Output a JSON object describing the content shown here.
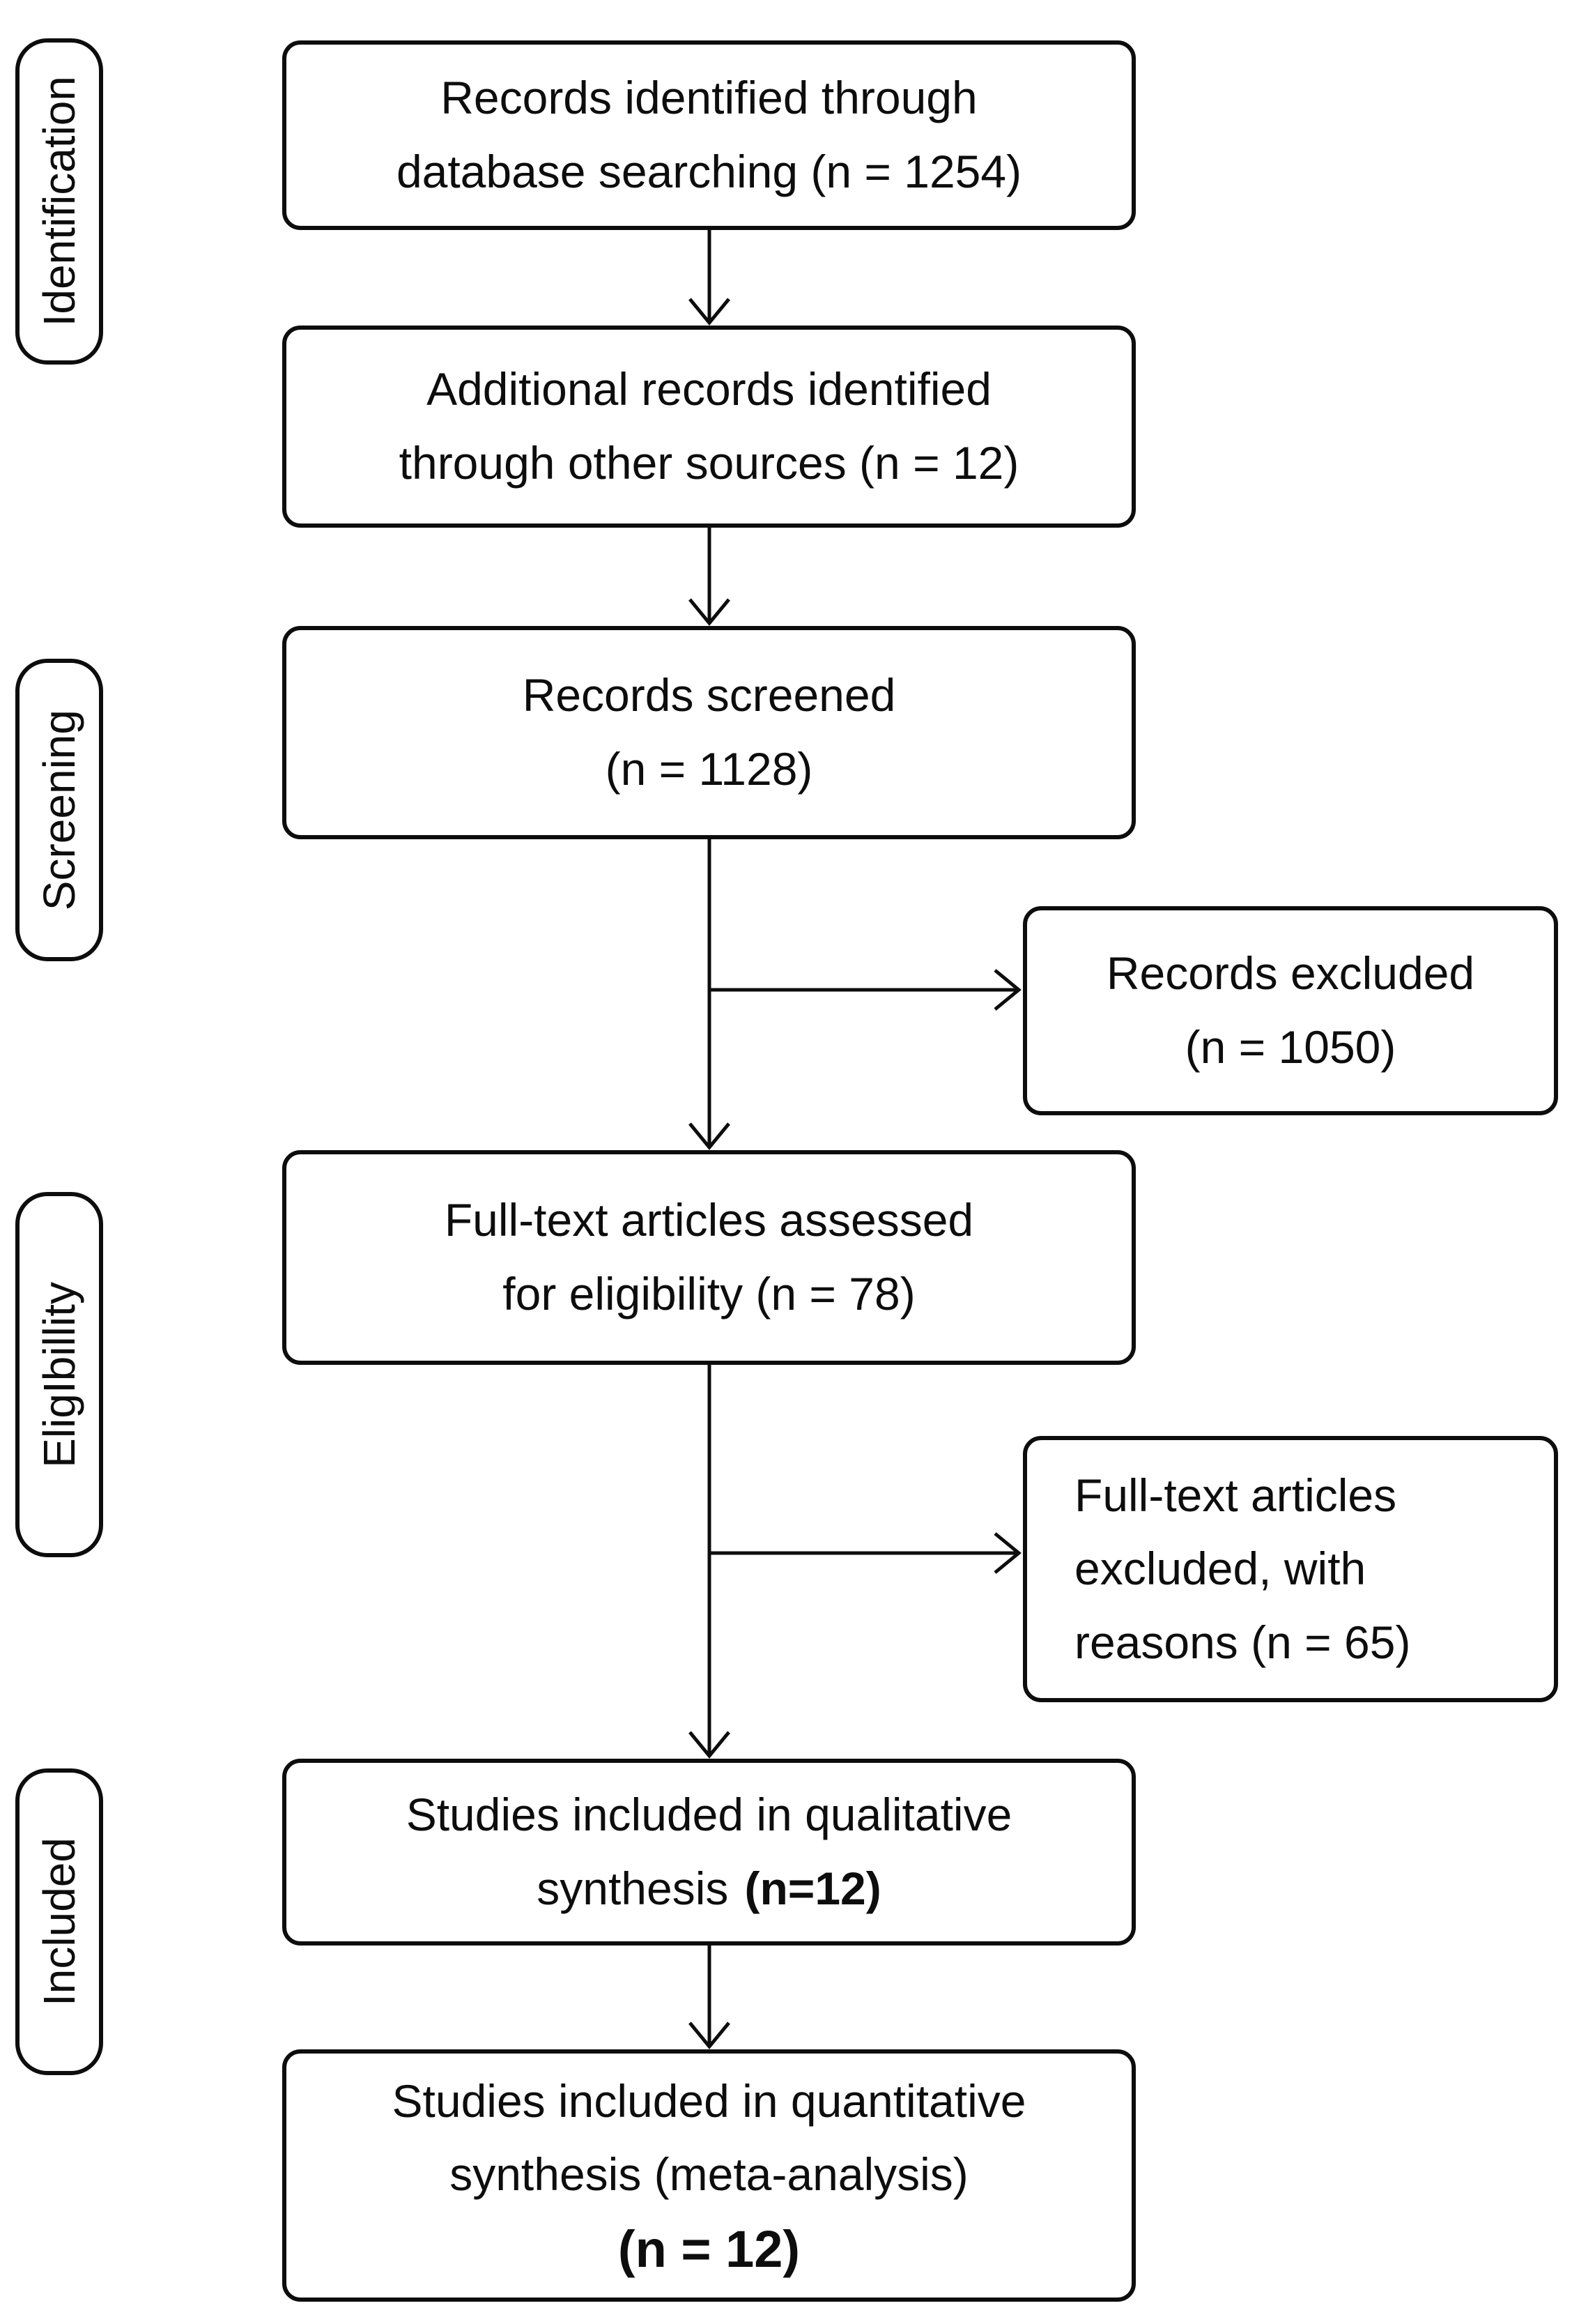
{
  "diagram": {
    "kind": "PRISMA flow diagram",
    "colors": {
      "line": "#0d0d0d",
      "box_background": "#ffffff",
      "text": "#0d0d0d"
    },
    "phases": [
      {
        "label": "Identification"
      },
      {
        "label": "Screening"
      },
      {
        "label": "EligIbillity"
      },
      {
        "label": "Included"
      }
    ],
    "boxes": {
      "records_identified": {
        "lines": [
          "Records identified through",
          "database searching (n = 1254)"
        ]
      },
      "additional_records": {
        "lines": [
          "Additional records identified",
          "through other sources (n = 12)"
        ]
      },
      "records_screened": {
        "lines": [
          "Records screened",
          "(n = 1128)"
        ]
      },
      "records_excluded": {
        "lines": [
          "Records excluded",
          "(n = 1050)"
        ]
      },
      "fulltext_assessed": {
        "lines": [
          "Full-text articles assessed",
          "for eligibility (n = 78)"
        ]
      },
      "fulltext_excluded": {
        "lines": [
          "Full-text articles",
          "excluded, with",
          "reasons (n = 65)"
        ]
      },
      "qualitative_synthesis": {
        "line1": "Studies included in qualitative",
        "line2_normal": "synthesis",
        "line2_bold": "(n=12)"
      },
      "quantitative_synthesis": {
        "line1": "Studies included in quantitative",
        "line2": "synthesis (meta-analysis)",
        "line3_bold": "(n = 12)"
      }
    }
  }
}
